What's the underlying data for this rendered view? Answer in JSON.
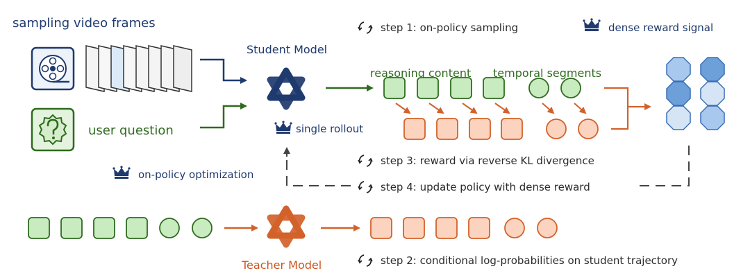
{
  "inputs": {
    "frames_label": "sampling video frames",
    "question_label": "user question"
  },
  "student": {
    "title": "Student Model",
    "rollout_label": "single rollout",
    "reasoning_label": "reasoning content",
    "temporal_label": "temporal segments"
  },
  "teacher": {
    "title": "Teacher Model"
  },
  "steps": {
    "step1": "step 1: on-policy sampling",
    "step2": "step 2: conditional log-probabilities on student trajectory",
    "step3": "step 3: reward via reverse KL divergence",
    "step4": "step 4: update policy with dense reward"
  },
  "signals": {
    "dense_reward": "dense reward signal",
    "optimization": "on-policy optimization"
  },
  "colors": {
    "student_blue": "#1f3a6e",
    "green": "#2f6b1f",
    "green_fill": "#c9ebc0",
    "orange": "#d2622a",
    "orange_fill": "#fbd3bf",
    "reward_blue": "#6d9fd9"
  },
  "icons": {
    "film": "film-reel-icon",
    "question": "question-mark-icon",
    "model": "model-logo-icon",
    "crown": "crown-icon",
    "cycle": "cycle-icon"
  }
}
